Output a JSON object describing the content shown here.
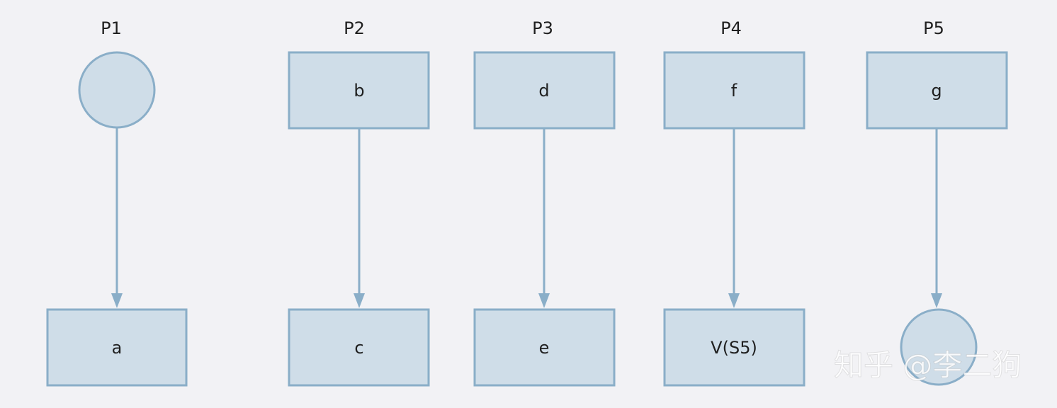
{
  "columns": [
    {
      "label": "P1",
      "top": {
        "shape": "circle",
        "label": ""
      },
      "bottom": {
        "shape": "rect",
        "label": "a"
      }
    },
    {
      "label": "P2",
      "top": {
        "shape": "rect",
        "label": "b"
      },
      "bottom": {
        "shape": "rect",
        "label": "c"
      }
    },
    {
      "label": "P3",
      "top": {
        "shape": "rect",
        "label": "d"
      },
      "bottom": {
        "shape": "rect",
        "label": "e"
      }
    },
    {
      "label": "P4",
      "top": {
        "shape": "rect",
        "label": "f"
      },
      "bottom": {
        "shape": "rect",
        "label": "V(S5)"
      }
    },
    {
      "label": "P5",
      "top": {
        "shape": "rect",
        "label": "g"
      },
      "bottom": {
        "shape": "circle",
        "label": ""
      }
    }
  ],
  "colors": {
    "background": "#f2f2f5",
    "node_fill": "#cfdde8",
    "node_stroke": "#8aaec8",
    "edge": "#8aaec8",
    "text": "#1f1f1f"
  },
  "watermark": "知乎 @李二狗"
}
